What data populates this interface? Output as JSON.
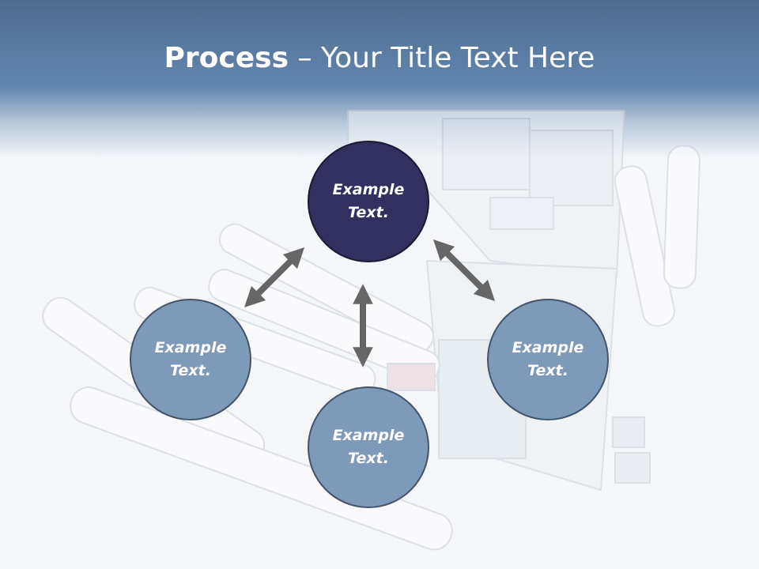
{
  "title": {
    "bold": "Process",
    "rest": " – Your Title Text Here"
  },
  "nodes": {
    "top": "Example\nText.",
    "left": "Example\nText.",
    "right": "Example\nText.",
    "bottom": "Example\nText."
  },
  "colors": {
    "header": "#6286ae",
    "node_primary": "#32305f",
    "node_secondary": "#7e9ab9",
    "arrow": "#666666"
  }
}
